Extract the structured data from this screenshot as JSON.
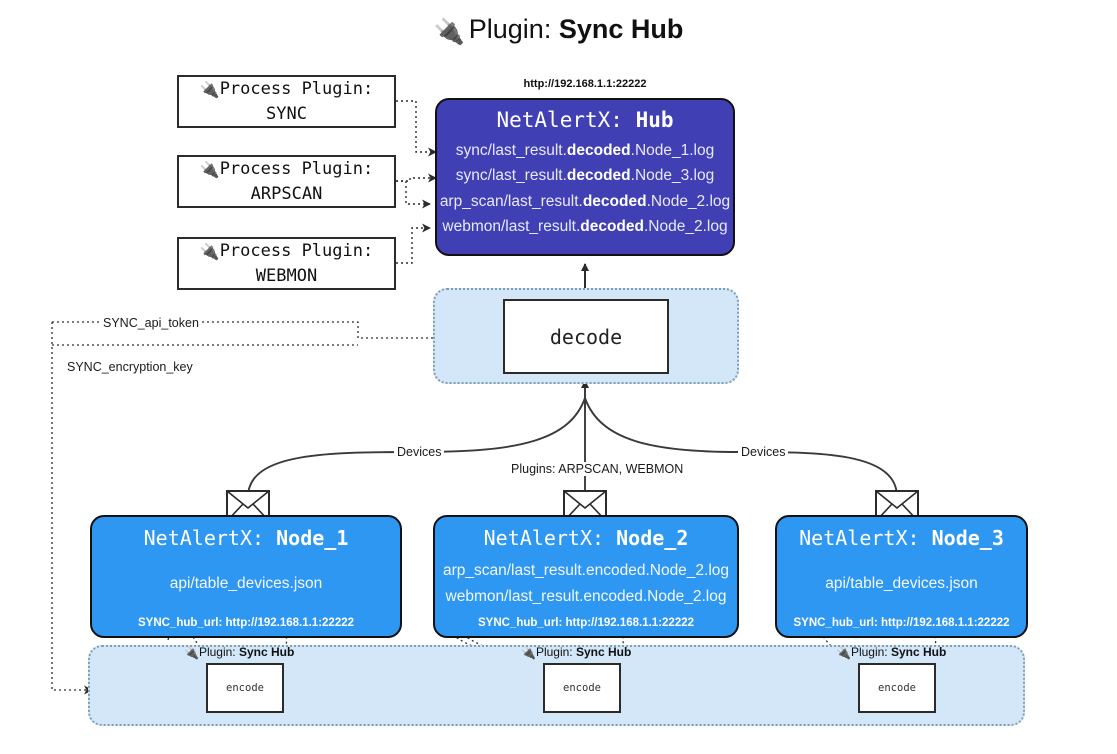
{
  "header": {
    "plug_icon": "🔌",
    "prefix": "Plugin:",
    "name": "Sync Hub"
  },
  "process_plugins": [
    {
      "icon": "🔌",
      "line1": "Process Plugin:",
      "line2": "SYNC"
    },
    {
      "icon": "🔌",
      "line1": "Process Plugin:",
      "line2": "ARPSCAN"
    },
    {
      "icon": "🔌",
      "line1": "Process Plugin:",
      "line2": "WEBMON"
    }
  ],
  "hub": {
    "url": "http://192.168.1.1:22222",
    "title_prefix": "NetAlertX:",
    "title_name": "Hub",
    "logs": [
      {
        "pre": "sync/last_result.",
        "mid": "decoded",
        "post": ".Node_1.log"
      },
      {
        "pre": "sync/last_result.",
        "mid": "decoded",
        "post": ".Node_3.log"
      },
      {
        "pre": "arp_scan/last_result.",
        "mid": "decoded",
        "post": ".Node_2.log"
      },
      {
        "pre": "webmon/last_result.",
        "mid": "decoded",
        "post": ".Node_2.log"
      }
    ]
  },
  "decode": {
    "label": "decode"
  },
  "secrets": [
    {
      "label": "SYNC_api_token"
    },
    {
      "label": "SYNC_encryption_key"
    }
  ],
  "edge_labels": {
    "devices_left": "Devices",
    "devices_right": "Devices",
    "plugins_center": "Plugins: ARPSCAN, WEBMON"
  },
  "nodes": [
    {
      "title_prefix": "NetAlertX:",
      "title_name": "Node_1",
      "lines": [
        "api/table_devices.json"
      ],
      "footer": "SYNC_hub_url: http://192.168.1.1:22222",
      "mail_icon": "envelope-icon"
    },
    {
      "title_prefix": "NetAlertX:",
      "title_name": "Node_2",
      "lines": [
        "arp_scan/last_result.encoded.Node_2.log",
        "webmon/last_result.encoded.Node_2.log"
      ],
      "footer": "SYNC_hub_url: http://192.168.1.1:22222",
      "mail_icon": "envelope-icon"
    },
    {
      "title_prefix": "NetAlertX:",
      "title_name": "Node_3",
      "lines": [
        "api/table_devices.json"
      ],
      "footer": "SYNC_hub_url: http://192.168.1.1:22222",
      "mail_icon": "envelope-icon"
    }
  ],
  "encoders": [
    {
      "icon": "🔌",
      "caption_prefix": "Plugin:",
      "caption_name": "Sync Hub",
      "box_label": "encode"
    },
    {
      "icon": "🔌",
      "caption_prefix": "Plugin:",
      "caption_name": "Sync Hub",
      "box_label": "encode"
    },
    {
      "icon": "🔌",
      "caption_prefix": "Plugin:",
      "caption_name": "Sync Hub",
      "box_label": "encode"
    }
  ],
  "colors": {
    "hub_fill": "#4040b4",
    "node_fill": "#2e97f2",
    "container_fill": "#d3e7f8",
    "stroke": "#2b2b2b"
  }
}
